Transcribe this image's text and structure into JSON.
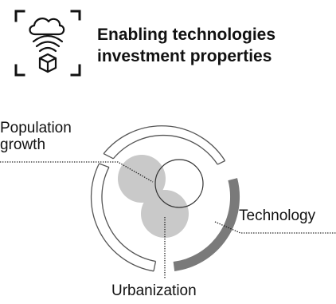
{
  "header": {
    "icon": "cloud-wifi-cube-icon",
    "title_line1": "Enabling technologies",
    "title_line2": "investment properties"
  },
  "diagram": {
    "labels": {
      "population_line1": "Population",
      "population_line2": "growth",
      "technology": "Technology",
      "urbanization": "Urbanization"
    },
    "colors": {
      "ring_outline": "#555555",
      "highlight_arc": "#7a7a7a",
      "bubble_fill": "#c9c9c9",
      "leader_line": "#222222"
    }
  }
}
